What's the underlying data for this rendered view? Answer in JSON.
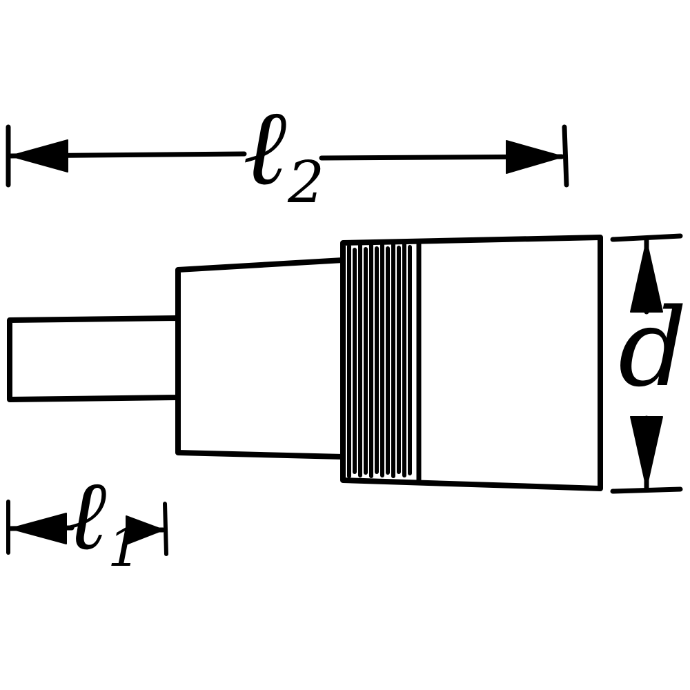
{
  "labels": {
    "l2": {
      "symbol": "ℓ",
      "subscript": "2"
    },
    "l1": {
      "symbol": "ℓ",
      "subscript": "1"
    },
    "d": {
      "symbol": "d",
      "subscript": ""
    }
  },
  "colors": {
    "line": "#000000",
    "background": "#ffffff"
  }
}
